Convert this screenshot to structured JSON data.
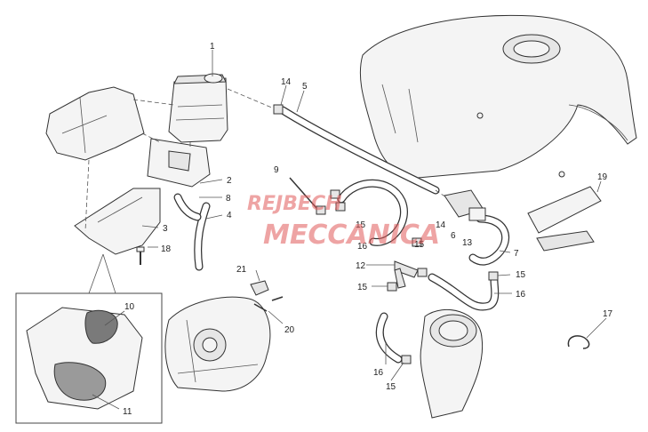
{
  "watermark": {
    "line1": "REJBECH",
    "line2": "MECCANICA",
    "color": "#e05a5a"
  },
  "callouts": [
    {
      "id": "c1",
      "label": "1"
    },
    {
      "id": "c2",
      "label": "2"
    },
    {
      "id": "c3",
      "label": "3"
    },
    {
      "id": "c4",
      "label": "4"
    },
    {
      "id": "c5",
      "label": "5"
    },
    {
      "id": "c6",
      "label": "6"
    },
    {
      "id": "c7",
      "label": "7"
    },
    {
      "id": "c8",
      "label": "8"
    },
    {
      "id": "c9",
      "label": "9"
    },
    {
      "id": "c10",
      "label": "10"
    },
    {
      "id": "c11",
      "label": "11"
    },
    {
      "id": "c12",
      "label": "12"
    },
    {
      "id": "c13",
      "label": "13"
    },
    {
      "id": "c14a",
      "label": "14"
    },
    {
      "id": "c14b",
      "label": "14"
    },
    {
      "id": "c15a",
      "label": "15"
    },
    {
      "id": "c15b",
      "label": "15"
    },
    {
      "id": "c15c",
      "label": "15"
    },
    {
      "id": "c15d",
      "label": "15"
    },
    {
      "id": "c15e",
      "label": "15"
    },
    {
      "id": "c16a",
      "label": "16"
    },
    {
      "id": "c16b",
      "label": "16"
    },
    {
      "id": "c16c",
      "label": "16"
    },
    {
      "id": "c17",
      "label": "17"
    },
    {
      "id": "c18",
      "label": "18"
    },
    {
      "id": "c19",
      "label": "19"
    },
    {
      "id": "c20",
      "label": "20"
    },
    {
      "id": "c21",
      "label": "21"
    }
  ]
}
